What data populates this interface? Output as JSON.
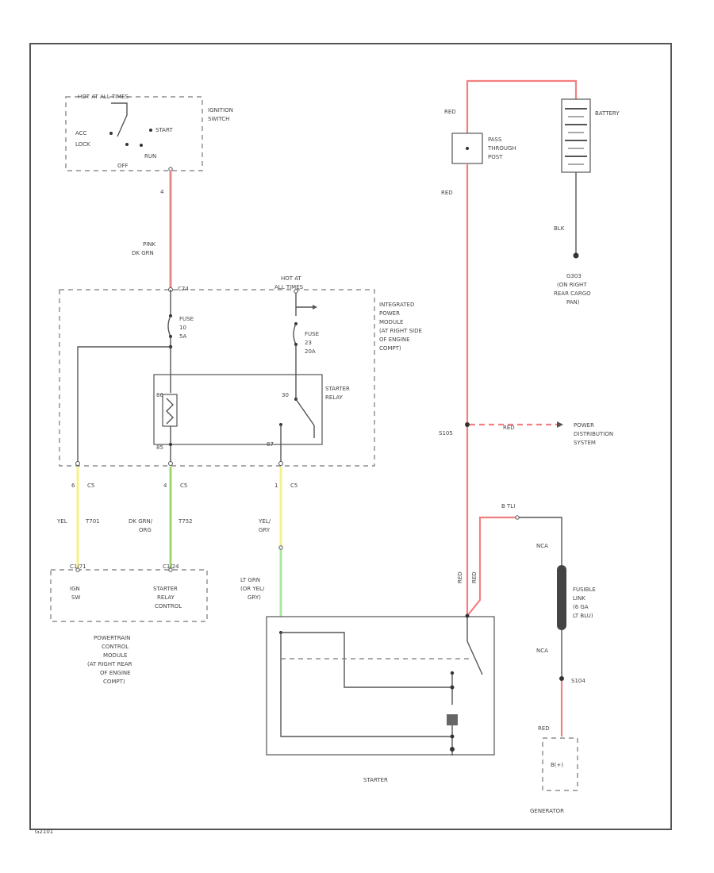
{
  "colors": {
    "red_wire": "#f28080",
    "pink_wire": "#e88a8a",
    "yellow_wire": "#f4f08a",
    "green_wire": "#9fd86a",
    "lt_green_wire": "#a8e8a0",
    "line": "#555555"
  },
  "ignition": {
    "hot_label": "HOT AT ALL TIMES",
    "name_line1": "IGNITION",
    "name_line2": "SWITCH",
    "acc": "ACC",
    "lock": "LOCK",
    "off": "OFF",
    "start": "START",
    "run": "RUN",
    "pin": "4"
  },
  "wire_pink": {
    "line1": "PINK",
    "line2": "DK GRN"
  },
  "module": {
    "pin_top": "C74",
    "hot_line1": "HOT AT",
    "hot_line2": "ALL TIMES",
    "fuse1_line1": "FUSE",
    "fuse1_line2": "10",
    "fuse1_line3": "5A",
    "fuse2_line1": "FUSE",
    "fuse2_line2": "23",
    "fuse2_line3": "20A",
    "relay_line1": "STARTER",
    "relay_line2": "RELAY",
    "pin_30": "30",
    "pin_86": "86",
    "pin_85": "85",
    "pin_87": "87",
    "name": [
      "INTEGRATED",
      "POWER",
      "MODULE",
      "(AT RIGHT SIDE",
      "OF ENGINE",
      "COMPT)"
    ]
  },
  "connectors": {
    "c1": "C5",
    "c2": "C5",
    "c3": "C5",
    "p1": "6",
    "p2": "4",
    "p3": "1"
  },
  "wires": {
    "w1_color": "YEL",
    "w1_circuit": "T701",
    "w2_line1": "DK GRN/",
    "w2_line2": "ORG",
    "w2_circuit": "T752",
    "w3_line1": "YEL/",
    "w3_line2": "GRY",
    "starter_in_line1": "LT GRN",
    "starter_in_line2": "(OR YEL/",
    "starter_in_line3": "GRY)"
  },
  "pcm": {
    "pin1": "C1/71",
    "pin2": "C1/24",
    "ign_line1": "IGN",
    "ign_line2": "SW",
    "ctrl_line1": "STARTER",
    "ctrl_line2": "RELAY",
    "ctrl_line3": "CONTROL",
    "name": [
      "POWERTRAIN",
      "CONTROL",
      "MODULE",
      "(AT RIGHT REAR",
      "OF ENGINE",
      "COMPT)"
    ]
  },
  "battery_side": {
    "red1": "RED",
    "red2": "RED",
    "pass_line1": "PASS",
    "pass_line2": "THROUGH",
    "pass_line3": "POST",
    "battery": "BATTERY",
    "blk": "BLK",
    "ground": [
      "G303",
      "(ON RIGHT",
      "REAR CARGO",
      "PAN)"
    ],
    "splice": "S105",
    "pds_wire": "RED",
    "pds_line1": "POWER",
    "pds_line2": "DISTRIBUTION",
    "pds_line3": "SYSTEM"
  },
  "charging": {
    "conn": "B TLI",
    "red_a": "RED",
    "red_b": "RED",
    "wire_top": "NCA",
    "fusible": [
      "FUSIBLE",
      "LINK",
      "(6 GA",
      "LT BLU)"
    ],
    "wire_bot": "NCA",
    "splice": "S104",
    "red": "RED",
    "term": "B(+)",
    "generator": "GENERATOR"
  },
  "starter": {
    "name": "STARTER"
  },
  "footer": {
    "code": "G2101"
  }
}
